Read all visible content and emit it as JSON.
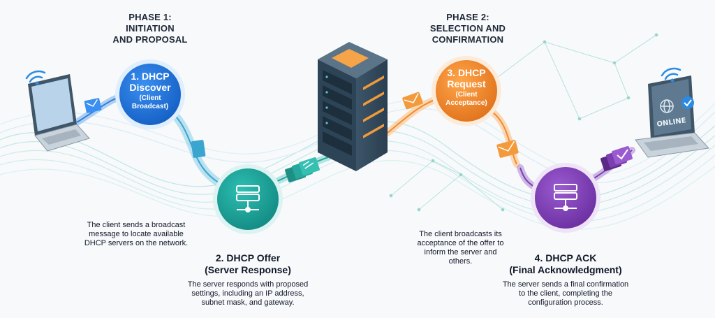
{
  "phases": {
    "phase1": {
      "lines": [
        "PHASE 1:",
        "INITIATION",
        "AND PROPOSAL"
      ]
    },
    "phase2": {
      "lines": [
        "PHASE 2:",
        "SELECTION AND",
        "CONFIRMATION"
      ]
    }
  },
  "steps": {
    "discover": {
      "title_lines": [
        "1. DHCP",
        "Discover"
      ],
      "sub_lines": [
        "(Client",
        "Broadcast)"
      ],
      "color": "#1f6fd6",
      "desc_lines": [
        "The client sends a broadcast",
        "message to locate available",
        "DHCP servers on the network."
      ]
    },
    "offer": {
      "heading_lines": [
        "2. DHCP Offer",
        "(Server Response)"
      ],
      "color": "#1aa39a",
      "desc_lines": [
        "The server responds with proposed",
        "settings, including an IP address,",
        "subnet mask, and gateway."
      ]
    },
    "request": {
      "title_lines": [
        "3. DHCP",
        "Request"
      ],
      "sub_lines": [
        "(Client",
        "Acceptance)"
      ],
      "color": "#f08a2e",
      "desc_lines": [
        "The client broadcasts its",
        "acceptance of the offer to",
        "inform the server and",
        "others."
      ]
    },
    "ack": {
      "heading_lines": [
        "4. DHCP ACK",
        "(Final Acknowledgment)"
      ],
      "color": "#7b3fb0",
      "desc_lines": [
        "The server sends a final confirmation",
        "to the client, completing the",
        "configuration process."
      ]
    }
  },
  "client_badge": {
    "label": "ONLINE"
  },
  "icons": [
    "wifi-icon",
    "laptop-icon",
    "server-icon",
    "envelope-icon",
    "checkmark-icon",
    "globe-icon",
    "server-rack-icon"
  ]
}
